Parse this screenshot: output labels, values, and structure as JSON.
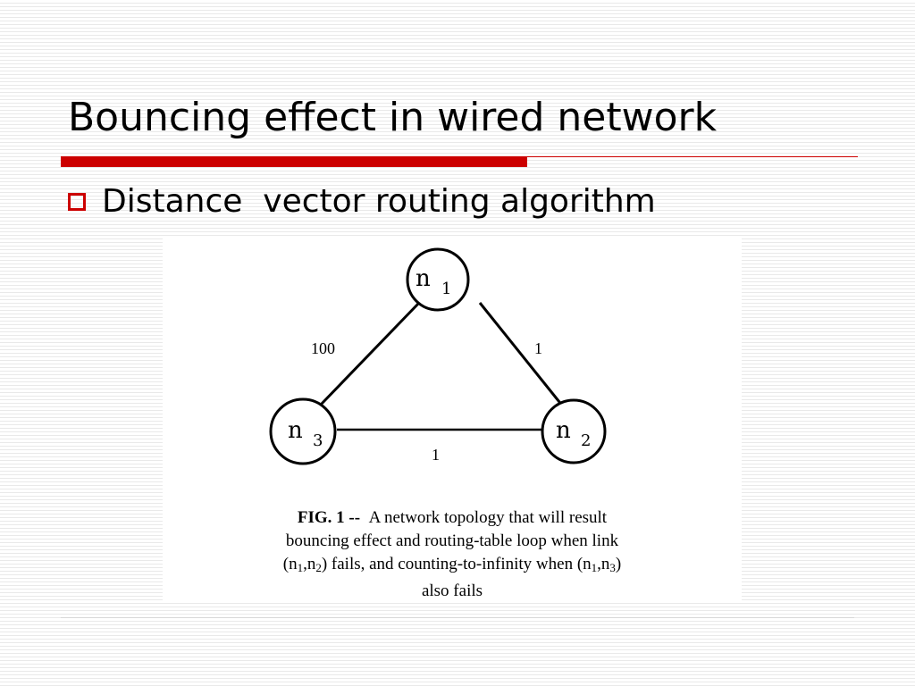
{
  "slide": {
    "title": "Bouncing effect in wired network",
    "bullet": "Distance  vector routing algorithm",
    "accent_color": "#cc0000"
  },
  "diagram": {
    "nodes": [
      {
        "id": "n1",
        "letter": "n",
        "sub": "1"
      },
      {
        "id": "n2",
        "letter": "n",
        "sub": "2"
      },
      {
        "id": "n3",
        "letter": "n",
        "sub": "3"
      }
    ],
    "edges": [
      {
        "from": "n1",
        "to": "n3",
        "label": "100"
      },
      {
        "from": "n1",
        "to": "n2",
        "label": "1"
      },
      {
        "from": "n3",
        "to": "n2",
        "label": "1"
      }
    ],
    "caption": {
      "fig_label": "FIG. 1 --",
      "line1": "A network topology that will result",
      "line2": "bouncing effect and routing-table loop when link",
      "line3_a": "(n",
      "line3_s1": "1",
      "line3_b": ",n",
      "line3_s2": "2",
      "line3_c": ") fails, and counting-to-infinity when (n",
      "line3_s3": "1",
      "line3_d": ",n",
      "line3_s4": "3",
      "line3_e": ")",
      "line4": "also fails"
    }
  }
}
